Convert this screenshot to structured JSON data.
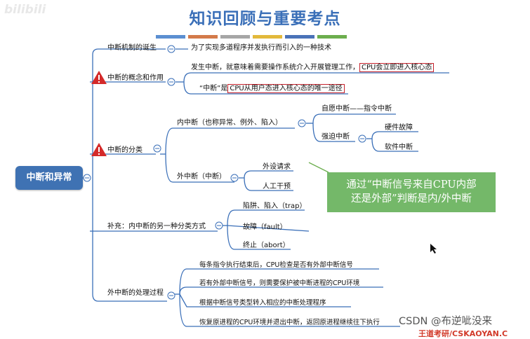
{
  "watermark_top_left": "bilibili",
  "title": "知识回顾与重要考点",
  "color_bars": [
    "#5b8fd1",
    "#d37a4a",
    "#a6a6a6",
    "#e2b93b",
    "#4a72b8",
    "#6cae4e"
  ],
  "root": "中断和异常",
  "branches": {
    "origin": {
      "label": "中断机制的诞生",
      "child": "为了实现多道程序并发执行而引入的一种技术"
    },
    "concept": {
      "label": "中断的概念和作用",
      "child1_prefix": "发生中断，就意味着需要操作系统介入开展管理工作，",
      "child1_boxed": "CPU会立即进入核心态",
      "child2_prefix": "“中断”是",
      "child2_boxed": "CPU从用户态进入核心态的唯一途径"
    },
    "classification": {
      "label": "中断的分类",
      "internal": {
        "label": "内中断（也称异常、例外、陷入）",
        "voluntary": "自愿中断——指令中断",
        "forced": "强迫中断",
        "hardware": "硬件故障",
        "software": "软件中断"
      },
      "external": {
        "label": "外中断（中断）",
        "io": "外设请求",
        "manual": "人工干预"
      }
    },
    "supplement": {
      "label": "补充：内中断的另一种分类方式",
      "trap": "陷阱、陷入（trap）",
      "fault": "故障（fault）",
      "abort": "终止（abort）"
    },
    "process": {
      "label": "外中断的处理过程",
      "steps": [
        "每条指令执行结束后，CPU检查是否有外部中断信号",
        "若有外部中断信号，则需要保护被中断进程的CPU环境",
        "根据中断信号类型转入相应的中断处理程序",
        "恢复原进程的CPU环境并退出中断，返回原进程继续往下执行"
      ]
    }
  },
  "note": {
    "line1": "通过“中断信号来自CPU内部",
    "line2": "还是外部”判断是内/外中断"
  },
  "footer": {
    "csdn": "CSDN @布逆呲没来",
    "red": "王道考研/CSKAOYAN.C"
  },
  "colors": {
    "title": "#3a6fb8",
    "root_bg": "#3f72b3",
    "line": "#3a6fb8",
    "box_border": "#c4202a",
    "note_bg": "#68b25c",
    "warning": "#d42a2a"
  }
}
